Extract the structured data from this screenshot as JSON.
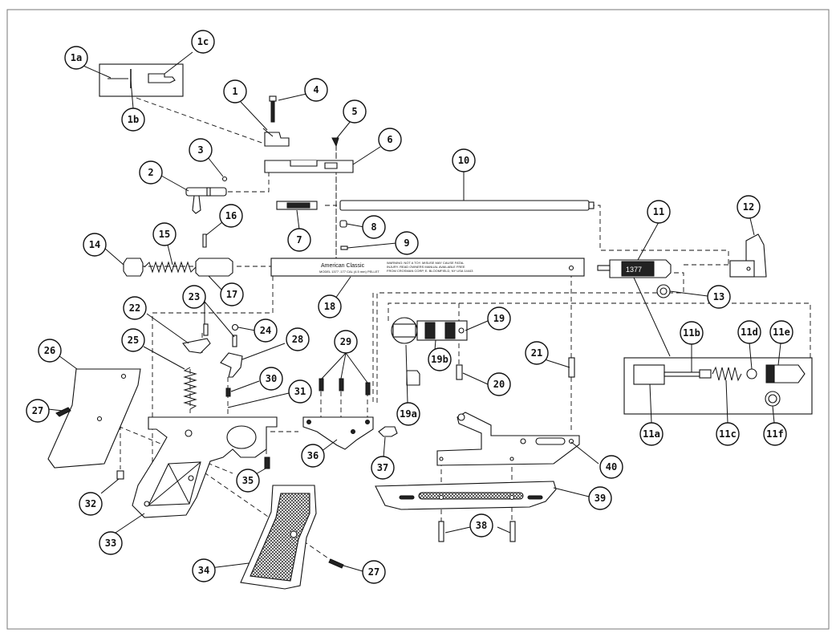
{
  "callouts": {
    "c1": "1",
    "c1a": "1a",
    "c1b": "1b",
    "c1c": "1c",
    "c2": "2",
    "c3": "3",
    "c4": "4",
    "c5": "5",
    "c6": "6",
    "c7": "7",
    "c8": "8",
    "c9": "9",
    "c10": "10",
    "c11": "11",
    "c11a": "11a",
    "c11b": "11b",
    "c11c": "11c",
    "c11d": "11d",
    "c11e": "11e",
    "c11f": "11f",
    "c12": "12",
    "c13": "13",
    "c14": "14",
    "c15": "15",
    "c16": "16",
    "c17": "17",
    "c18": "18",
    "c19": "19",
    "c19a": "19a",
    "c19b": "19b",
    "c20": "20",
    "c21": "21",
    "c22": "22",
    "c23": "23",
    "c24": "24",
    "c25": "25",
    "c26": "26",
    "c27a": "27",
    "c27b": "27",
    "c28": "28",
    "c29": "29",
    "c30": "30",
    "c31": "31",
    "c32": "32",
    "c33": "33",
    "c34": "34",
    "c35": "35",
    "c36": "36",
    "c37": "37",
    "c38": "38",
    "c39": "39",
    "c40": "40"
  },
  "stamps": {
    "brand": "American Classic",
    "model": "MODEL 1377  .177 CAL (4.5 mm) PELLET",
    "warning1": "WARNING: NOT A TOY. MISUSE MAY CAUSE FATAL",
    "warning2": "INJURY. READ OWNERS MANUAL AVAILABLE FREE",
    "warning3": "FROM CROSMAN CORP, E. BLOOMFIELD, NY USA 14443",
    "sight": "1377"
  }
}
